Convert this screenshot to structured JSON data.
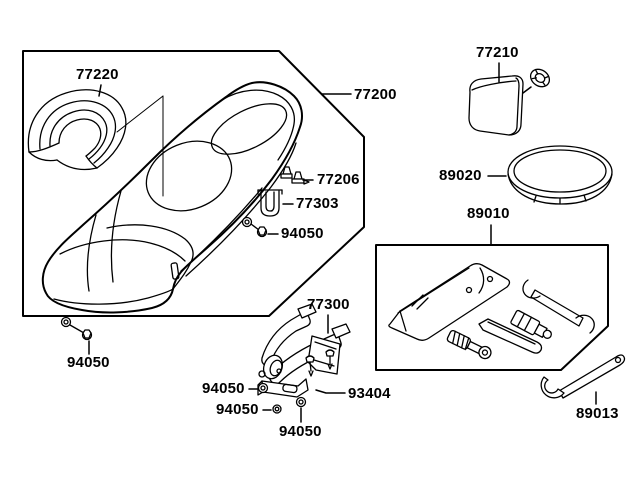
{
  "diagram_type": "exploded-parts-diagram",
  "colors": {
    "background": "#ffffff",
    "line": "#000000",
    "text": "#000000"
  },
  "parts": {
    "backrest_pad": {
      "number": "77220"
    },
    "seat_assembly": {
      "number": "77200"
    },
    "clip": {
      "number": "77206"
    },
    "strap": {
      "number": "77303"
    },
    "bolt_seat": {
      "number": "94050"
    },
    "headrest_pad": {
      "number": "77210"
    },
    "trim_ring": {
      "number": "89020"
    },
    "tool_kit": {
      "number": "89010"
    },
    "hinge": {
      "number": "77300"
    },
    "bolt_front": {
      "number": "94050"
    },
    "bolt_hinge_left": {
      "number": "94050"
    },
    "bolt_hinge_lower": {
      "number": "94050"
    },
    "bolt_hinge_bottom": {
      "number": "94050"
    },
    "collar": {
      "number": "93404"
    },
    "hook_wrench": {
      "number": "89013"
    }
  }
}
